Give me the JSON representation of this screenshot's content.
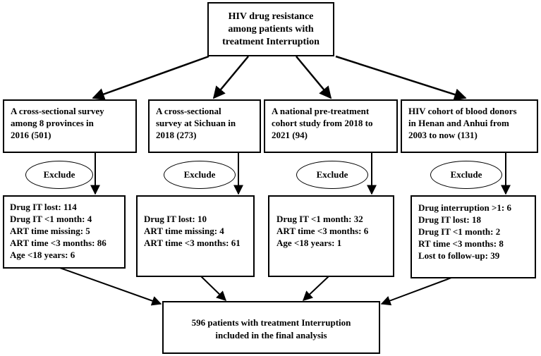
{
  "title": {
    "lines": [
      "HIV drug resistance",
      "among patients with",
      "treatment Interruption"
    ]
  },
  "studies": [
    {
      "lines": [
        "A cross-sectional survey",
        "among 8 provinces in",
        "2016 (501)"
      ]
    },
    {
      "lines": [
        "A cross-sectional",
        "survey at Sichuan in",
        "2018 (273)"
      ]
    },
    {
      "lines": [
        "A national pre-treatment",
        "cohort study from 2018 to",
        "2021 (94)"
      ]
    },
    {
      "lines": [
        "HIV cohort of blood donors",
        "in Henan and Anhui from",
        "2003 to now (131)"
      ]
    }
  ],
  "exclude_label": "Exclude",
  "exclusions": [
    {
      "lines": [
        "Drug IT lost: 114",
        "Drug IT <1 month: 4",
        "ART time missing: 5",
        "ART time <3 months: 86",
        "Age <18 years: 6"
      ]
    },
    {
      "lines": [
        "Drug IT lost: 10",
        "ART time missing: 4",
        "ART time <3 months: 61"
      ]
    },
    {
      "lines": [
        "Drug IT <1 month: 32",
        "ART time <3 months: 6",
        "Age <18 years: 1"
      ]
    },
    {
      "lines": [
        "Drug interruption >1: 6",
        "Drug IT lost: 18",
        "Drug IT <1 month: 2",
        "RT time <3 months: 8",
        "Lost to follow-up: 39"
      ]
    }
  ],
  "final": {
    "lines": [
      "596 patients with treatment Interruption",
      "included in the final analysis"
    ]
  }
}
